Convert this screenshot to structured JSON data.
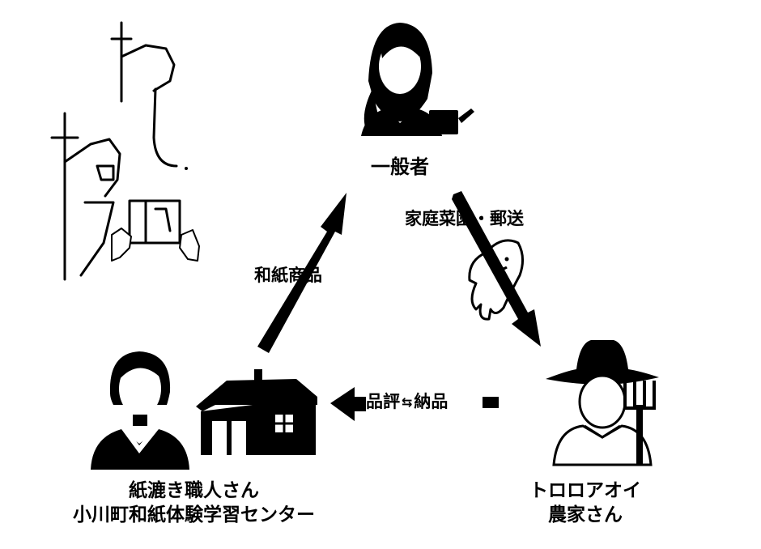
{
  "title": "わしねの",
  "nodes": {
    "general": {
      "label": "一般者"
    },
    "artisan": {
      "line1": "紙漉き職人さん",
      "line2": "小川町和紙体験学習センター"
    },
    "farmer": {
      "line1": "トロロアオイ",
      "line2": "農家さん"
    }
  },
  "edges": {
    "washi_products": "和紙商品",
    "home_garden_mail": "家庭菜園・郵送",
    "quality_delivery": {
      "left": "品評",
      "swap_icon": "⇆",
      "right": "納品"
    }
  },
  "colors": {
    "ink": "#000000",
    "paper": "#ffffff"
  },
  "icons": [
    "woman-watering-can-icon",
    "man-kimono-icon",
    "workshop-house-icon",
    "farmer-pitchfork-icon",
    "tororo-aoi-root-icon",
    "hands-holding-logo-icon"
  ]
}
